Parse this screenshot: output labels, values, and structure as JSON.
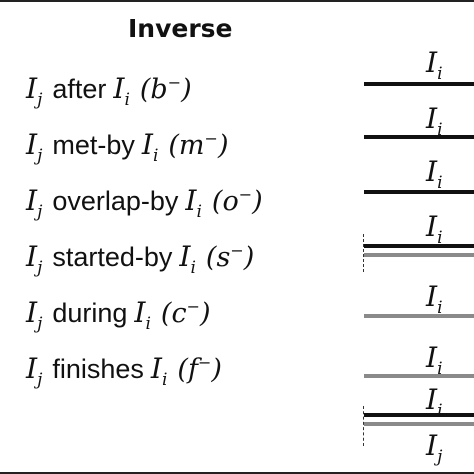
{
  "header": {
    "title": "Inverse"
  },
  "symbols": {
    "j": "I",
    "j_sub": "j",
    "i": "I",
    "i_sub": "i"
  },
  "relations": [
    {
      "name": "after",
      "code": "b",
      "sign": "−"
    },
    {
      "name": "met-by",
      "code": "m",
      "sign": "−"
    },
    {
      "name": "overlap-by",
      "code": "o",
      "sign": "−"
    },
    {
      "name": "started-by",
      "code": "s",
      "sign": "−"
    },
    {
      "name": "during",
      "code": "c",
      "sign": "−"
    },
    {
      "name": "finishes",
      "code": "f",
      "sign": "−"
    }
  ],
  "colors": {
    "ij_bar": "#111111",
    "ii_bar": "#8a8a8a",
    "border": "#222222"
  }
}
